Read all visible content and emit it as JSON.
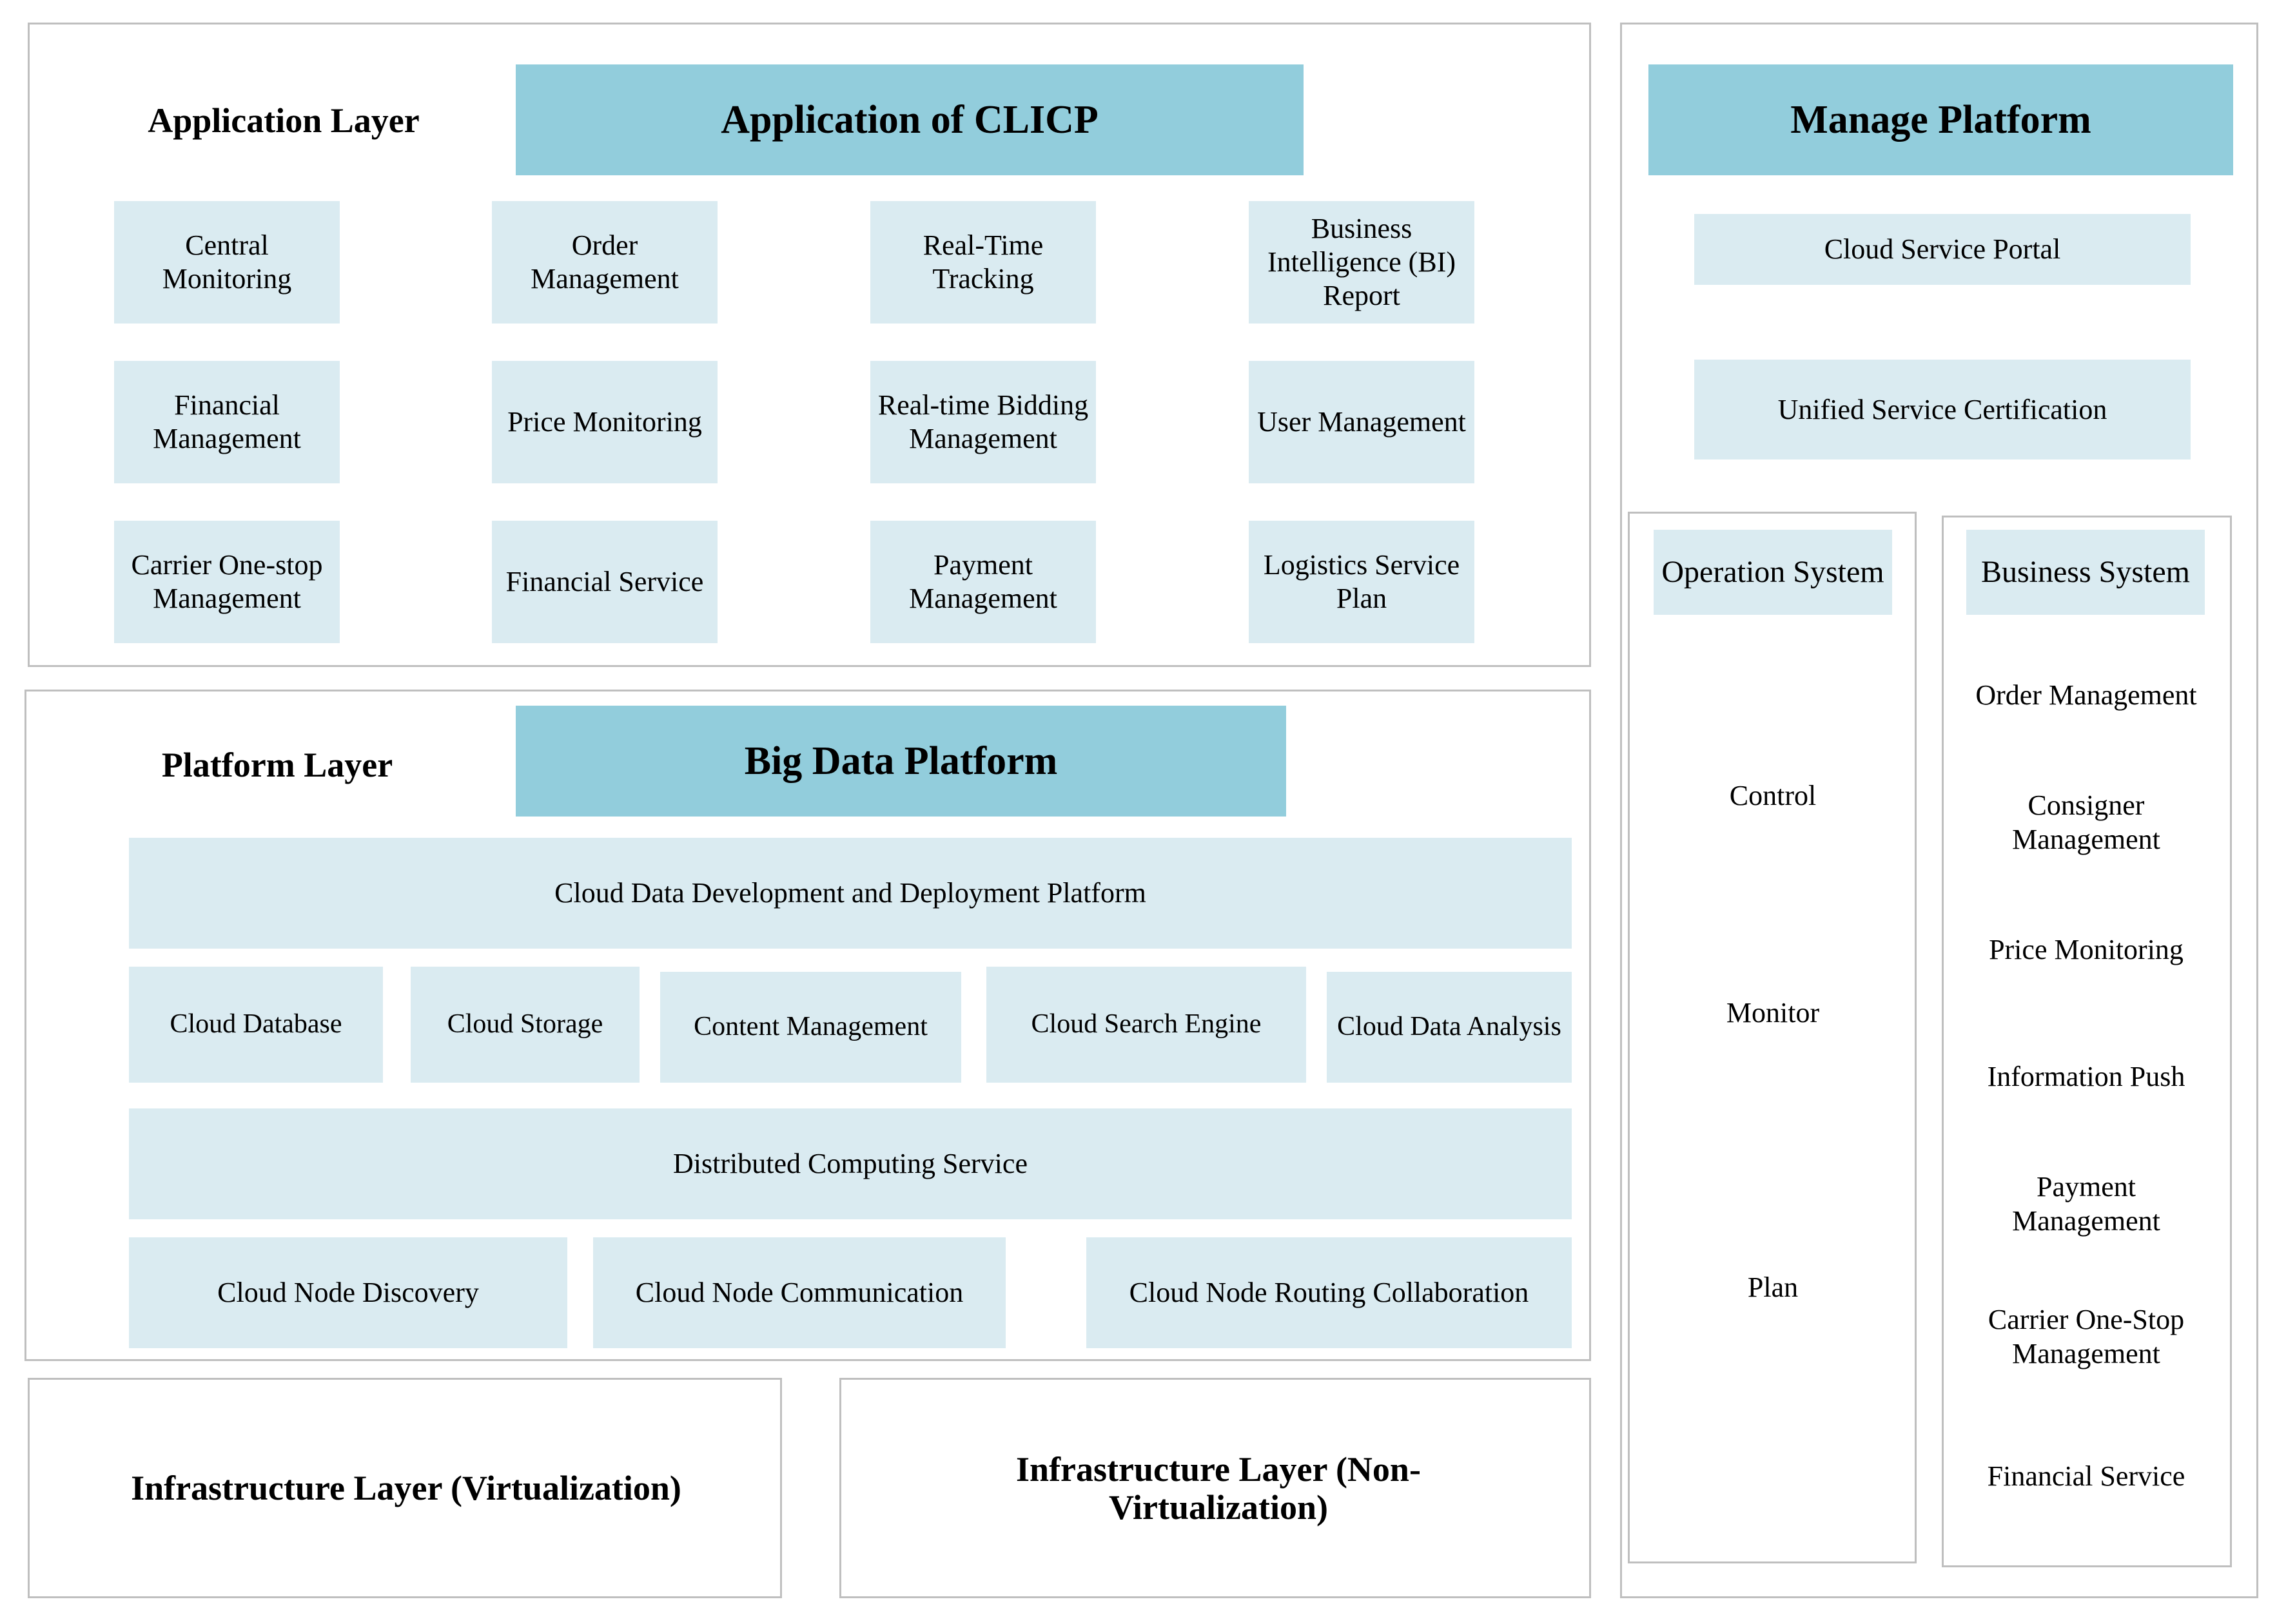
{
  "diagram": {
    "colors": {
      "accent": "#92CDDC",
      "tile": "#DAEBF1",
      "panel_border": "#BFBFBF",
      "text": "#000000",
      "background": "#FFFFFF"
    }
  },
  "application_layer": {
    "layer_title": "Application Layer",
    "header": "Application of CLICP",
    "tiles": [
      "Central Monitoring",
      "Order Management",
      "Real-Time Tracking",
      "Business Intelligence (BI) Report",
      "Financial Management",
      "Price Monitoring",
      "Real-time Bidding Management",
      "User Management",
      "Carrier One-stop Management",
      "Financial Service",
      "Payment Management",
      "Logistics Service Plan"
    ]
  },
  "platform_layer": {
    "layer_title": "Platform Layer",
    "header": "Big Data Platform",
    "wide_band_1": "Cloud Data Development and Deployment Platform",
    "services": [
      "Cloud Database",
      "Cloud Storage",
      "Content Management",
      "Cloud Search Engine",
      "Cloud Data Analysis"
    ],
    "wide_band_2": "Distributed Computing Service",
    "nodes": [
      "Cloud Node Discovery",
      "Cloud Node Communication",
      "Cloud Node Routing Collaboration"
    ]
  },
  "infrastructure": {
    "virtualization": "Infrastructure Layer (Virtualization)",
    "non_virtualization": "Infrastructure Layer (Non-Virtualization)"
  },
  "manage_platform": {
    "header": "Manage Platform",
    "tiles": [
      "Cloud Service Portal",
      "Unified Service Certification"
    ],
    "operation_system": {
      "header": "Operation System",
      "items": [
        "Control",
        "Monitor",
        "Plan"
      ]
    },
    "business_system": {
      "header": "Business System",
      "items": [
        "Order Management",
        "Consigner Management",
        "Price Monitoring",
        "Information Push",
        "Payment Management",
        "Carrier One-Stop Management",
        "Financial Service"
      ]
    }
  }
}
